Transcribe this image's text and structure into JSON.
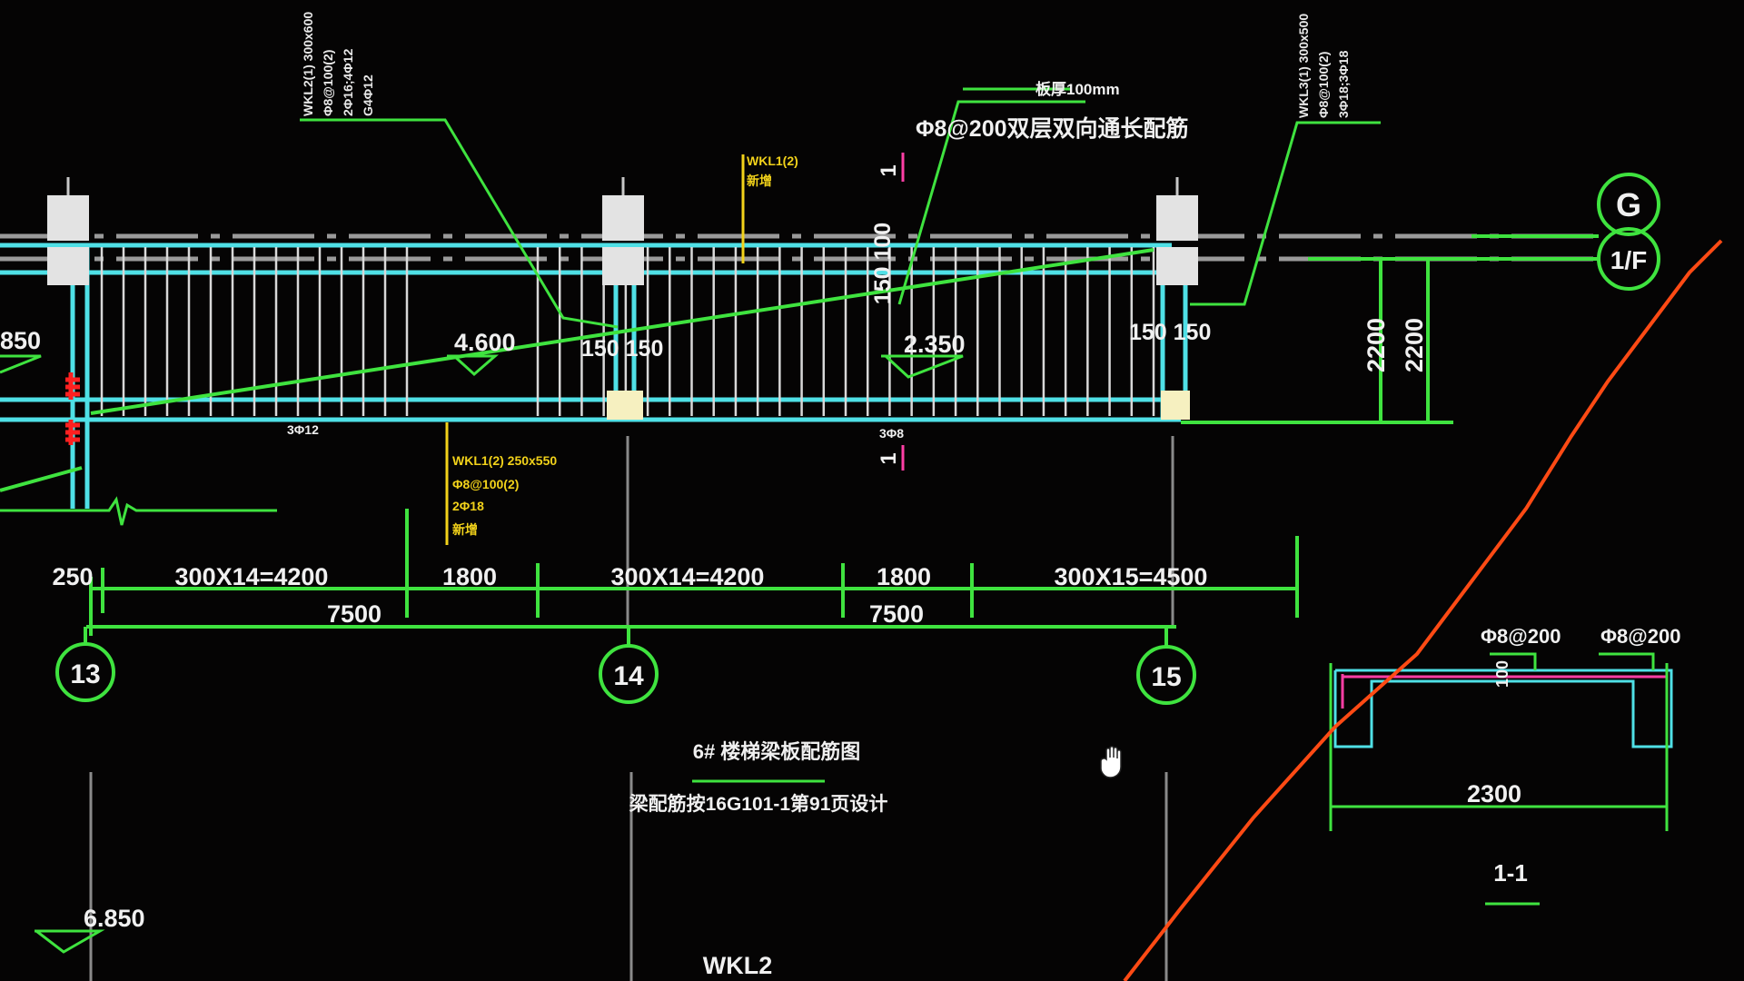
{
  "colors": {
    "background": "#050404",
    "green": "#3fe33f",
    "cyan": "#4fe0e6",
    "white": "#e6e6e6",
    "grey": "#9a9a9a",
    "yellow": "#f2d21a",
    "magenta": "#ff3ea5",
    "orange": "#ff4a14",
    "red": "#ff2020",
    "text": "#f0f0f0"
  },
  "axes": {
    "columns": [
      "13",
      "14",
      "15"
    ],
    "rows": [
      "G",
      "1/F"
    ]
  },
  "dimensions": {
    "segments": [
      "250",
      "300X14=4200",
      "1800",
      "300X14=4200",
      "1800",
      "300X15=4500"
    ],
    "totals": [
      "7500",
      "7500"
    ],
    "heights": [
      "2200",
      "2200"
    ],
    "section_width": "2300"
  },
  "elevations": {
    "left": "850",
    "mid_left": "4.600",
    "mid": "2.350",
    "lower_left": "6.850"
  },
  "annotations": {
    "top_thickness": "板厚100mm",
    "rebar_note": "Φ8@200双层双向通长配筋",
    "col_14_dims": "150 150",
    "col_15_dims": "150 150",
    "vertical_dims": "150 100",
    "section_mark": "1",
    "bar_small": "3Φ12",
    "bar_small_2": "3Φ8",
    "section_rebar_left": "Φ8@200",
    "section_rebar_right": "Φ8@200",
    "section_mid_dim": "100"
  },
  "leaders": {
    "left_lines": [
      "WKL2(1) 300x600",
      "Φ8@100(2)",
      "2Φ16;4Φ12",
      "G4Φ12"
    ],
    "right_lines": [
      "WKL3(1) 300x500",
      "Φ8@100(2)",
      "3Φ18;3Φ18"
    ],
    "yellow_top_lines": [
      "WKL1(2)",
      "新增"
    ],
    "yellow_bottom_lines": [
      "WKL1(2) 250x550",
      "Φ8@100(2)",
      "2Φ18",
      "新增"
    ]
  },
  "labels": {
    "drawing_title": "6# 楼梯梁板配筋图",
    "drawing_note": "梁配筋按16G101-1第91页设计",
    "section_title": "1-1",
    "beam_label": "WKL2"
  }
}
